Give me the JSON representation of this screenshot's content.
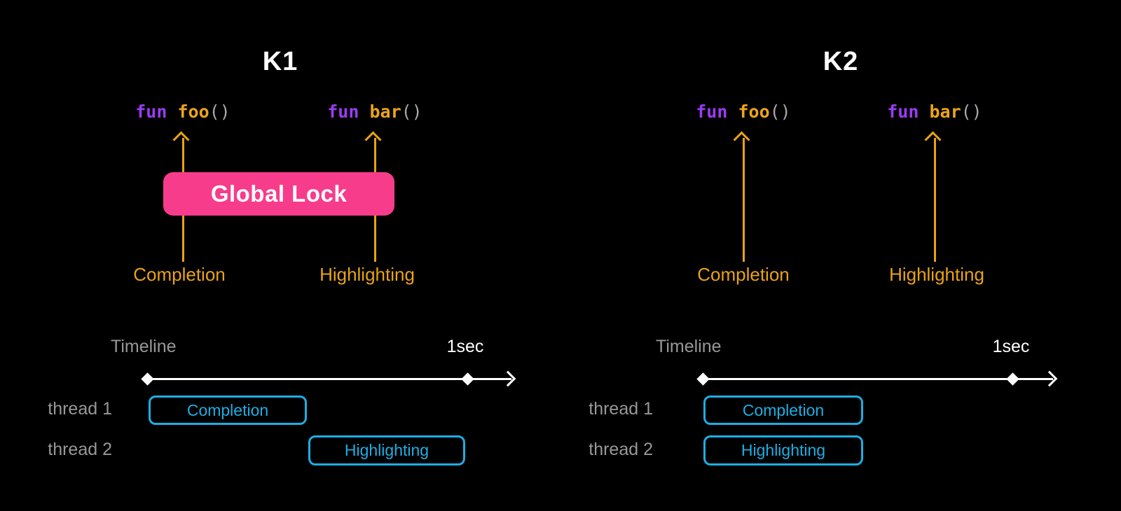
{
  "k1": {
    "title": "K1",
    "code_left": {
      "keyword": "fun",
      "name": "foo",
      "parens": "()"
    },
    "code_right": {
      "keyword": "fun",
      "name": "bar",
      "parens": "()"
    },
    "global_lock_label": "Global Lock",
    "completion_label": "Completion",
    "highlighting_label": "Highlighting",
    "timeline": {
      "axis_label": "Timeline",
      "end_tick_label": "1sec",
      "thread1_label": "thread 1",
      "thread2_label": "thread 2",
      "thread1_task": "Completion",
      "thread2_task": "Highlighting",
      "execution": "sequential"
    }
  },
  "k2": {
    "title": "K2",
    "code_left": {
      "keyword": "fun",
      "name": "foo",
      "parens": "()"
    },
    "code_right": {
      "keyword": "fun",
      "name": "bar",
      "parens": "()"
    },
    "completion_label": "Completion",
    "highlighting_label": "Highlighting",
    "timeline": {
      "axis_label": "Timeline",
      "end_tick_label": "1sec",
      "thread1_label": "thread 1",
      "thread2_label": "thread 2",
      "thread1_task": "Completion",
      "thread2_task": "Highlighting",
      "execution": "parallel"
    }
  },
  "colors": {
    "background": "#000000",
    "keyword_purple": "#9B3BF2",
    "code_name_orange": "#ECA41C",
    "paren_gray": "#A8A8A8",
    "arrow_orange": "#E9A315",
    "lock_pink": "#F73C8C",
    "lock_text_white": "#FFFFFF",
    "timeline_white": "#FFFFFF",
    "muted_gray": "#989898",
    "task_cyan": "#1EAEE3"
  }
}
